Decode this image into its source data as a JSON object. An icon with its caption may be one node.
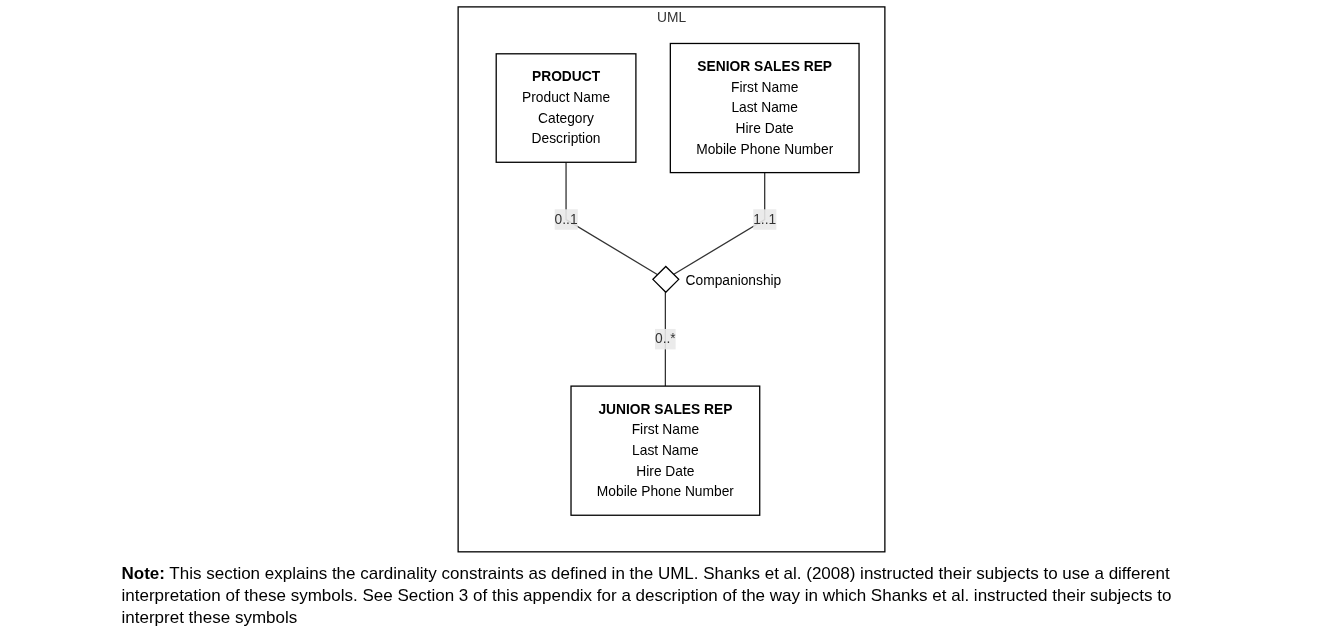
{
  "diagram": {
    "nodes": [
      {
        "text": [
          "UML"
        ]
      },
      {
        "text": [
          "PRODUCT",
          "Product Name",
          "Category",
          "Description"
        ],
        "in": 0
      },
      {
        "text": [
          "SENIOR SALES REP",
          "First Name",
          "Last Name",
          "Hire Date",
          "Mobile Phone Number"
        ],
        "in": 0
      },
      {
        "text": [],
        "shape": "diamond",
        "beside": [
          "Companionship"
        ],
        "in": 0
      },
      {
        "text": [
          "JUNIOR SALES REP",
          "First Name",
          "Last Name",
          "Hire Date",
          "Mobile Phone Number"
        ],
        "in": 0
      }
    ],
    "edges": [
      {
        "from": 1,
        "to": 3,
        "arrow": "none",
        "label": "0..1"
      },
      {
        "from": 2,
        "to": 3,
        "arrow": "none",
        "label": "1..1"
      },
      {
        "from": 3,
        "to": 4,
        "arrow": "none",
        "label": "0..*"
      }
    ],
    "labels": [
      "**Note:** This section explains the cardinality constraints as defined in the UML. Shanks et al. (2008) instructed their subjects to use a different interpretation of these symbols. See Section 3 of this appendix for a description of the way in which Shanks et al. instructed their subjects to interpret these symbols"
    ]
  }
}
